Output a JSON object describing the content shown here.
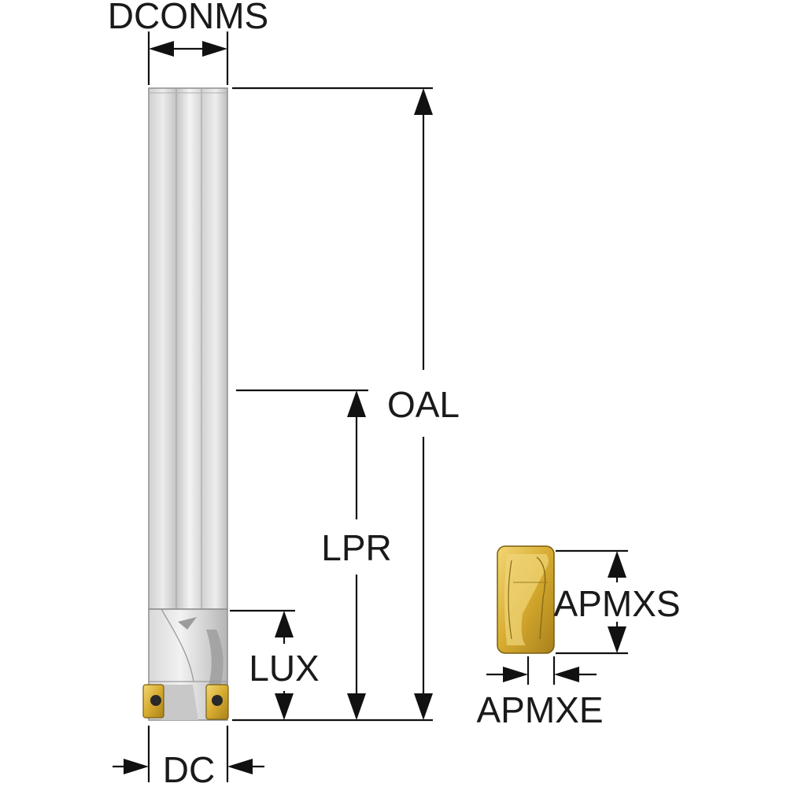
{
  "diagram": {
    "labels": {
      "dconms": "DCONMS",
      "oal": "OAL",
      "lpr": "LPR",
      "lux": "LUX",
      "dc": "DC",
      "apmxs": "APMXS",
      "apmxe": "APMXE"
    },
    "colors": {
      "shank_light": "#efefef",
      "shank_mid": "#d6d6d6",
      "shank_dark": "#b9b9b9",
      "insert_gold": "#d9b23a",
      "insert_dark": "#8a6a14",
      "line": "#111111"
    }
  }
}
